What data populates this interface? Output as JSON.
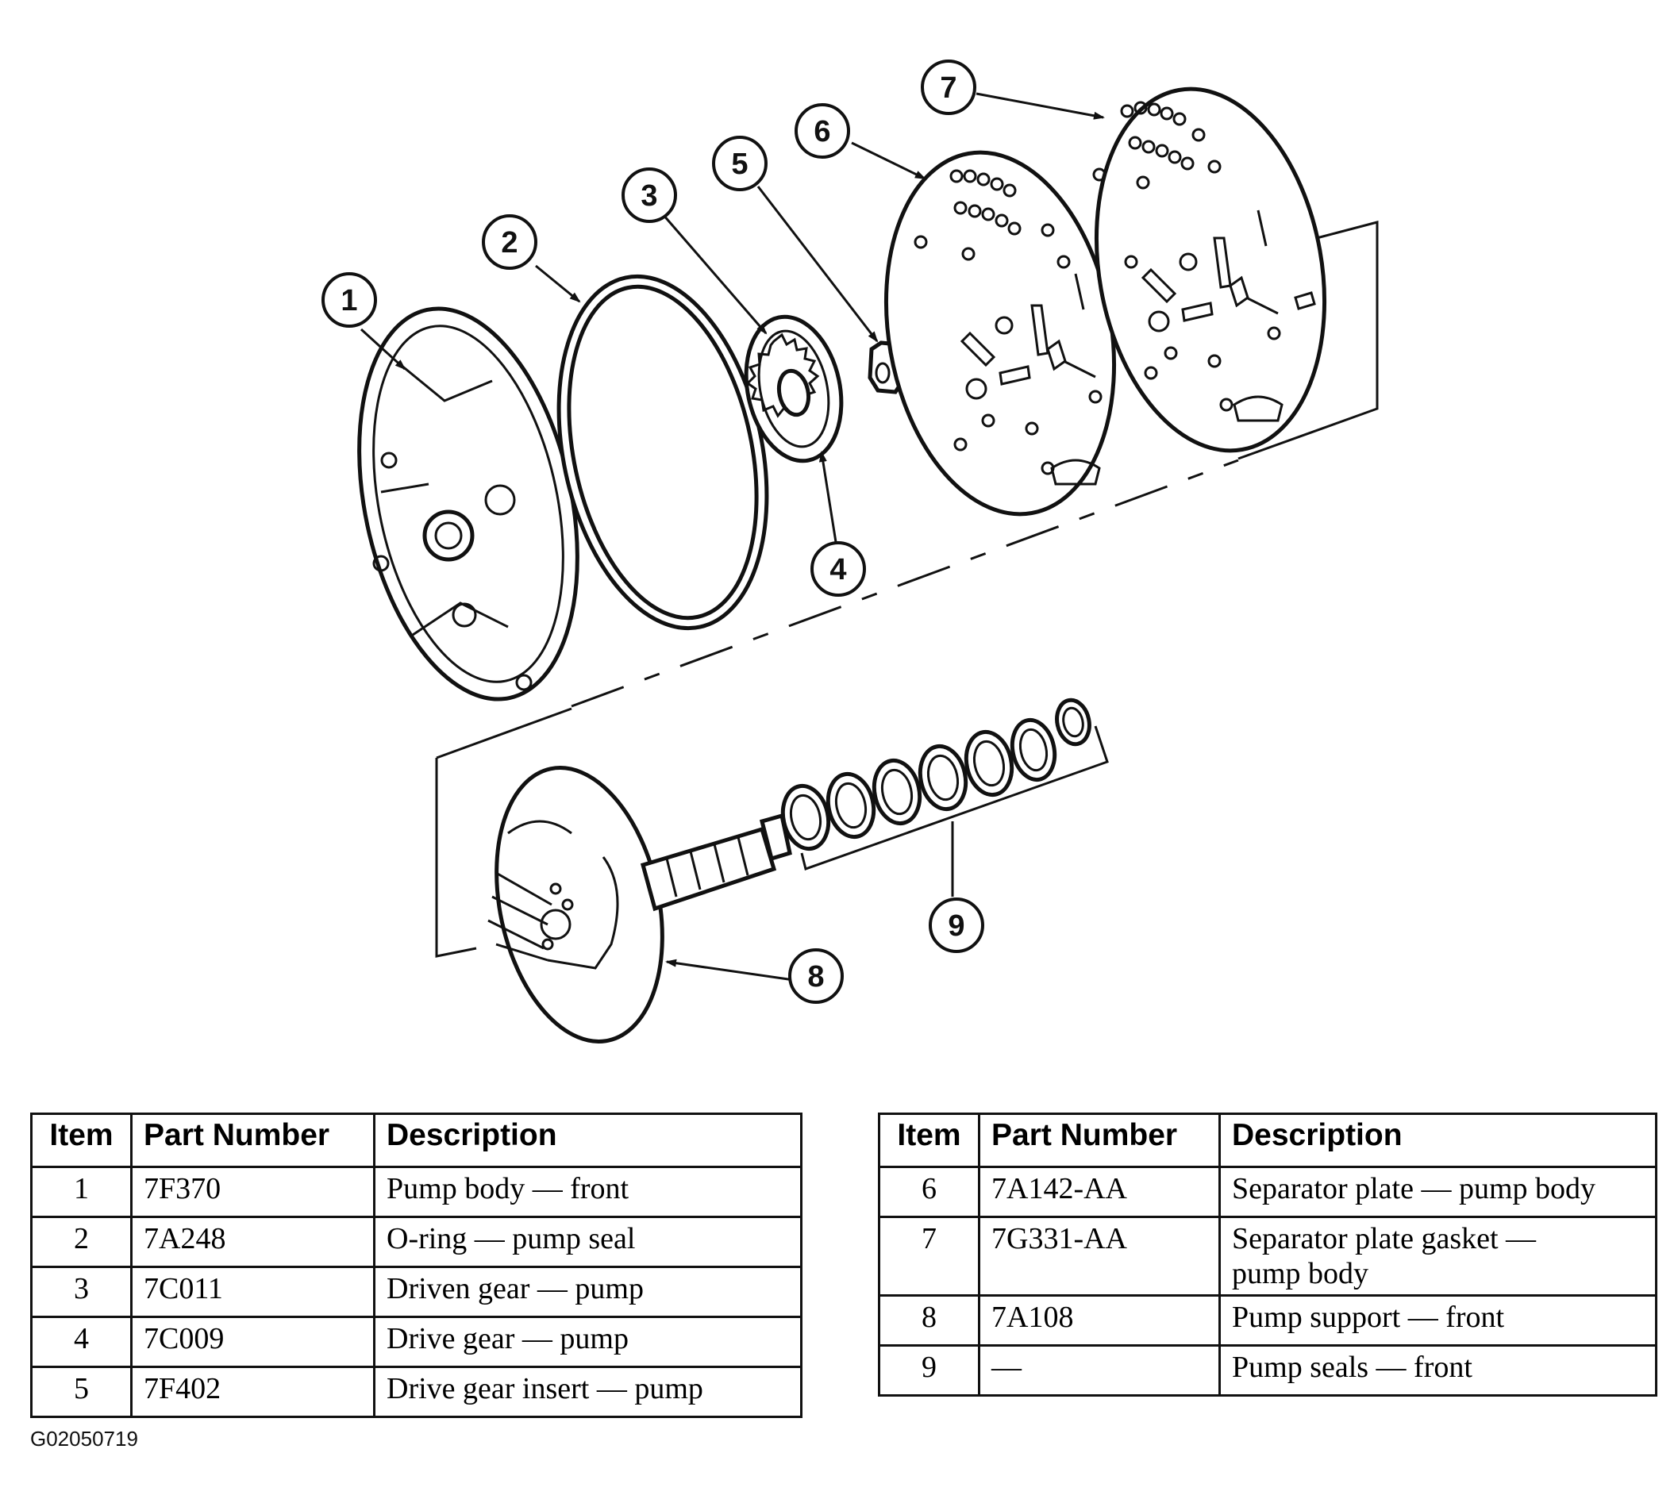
{
  "callouts": [
    "1",
    "2",
    "3",
    "4",
    "5",
    "6",
    "7",
    "8",
    "9"
  ],
  "table_left": {
    "headers": [
      "Item",
      "Part Number",
      "Description"
    ],
    "rows": [
      {
        "item": "1",
        "part_number": "7F370",
        "description": "Pump body — front"
      },
      {
        "item": "2",
        "part_number": "7A248",
        "description": "O-ring — pump seal"
      },
      {
        "item": "3",
        "part_number": "7C011",
        "description": "Driven gear — pump"
      },
      {
        "item": "4",
        "part_number": "7C009",
        "description": "Drive gear — pump"
      },
      {
        "item": "5",
        "part_number": "7F402",
        "description": "Drive gear insert — pump"
      }
    ]
  },
  "table_right": {
    "headers": [
      "Item",
      "Part Number",
      "Description"
    ],
    "rows": [
      {
        "item": "6",
        "part_number": "7A142-AA",
        "description": "Separator plate — pump body"
      },
      {
        "item": "7",
        "part_number": "7G331-AA",
        "description": "Separator plate gasket —",
        "description_line2": "pump body"
      },
      {
        "item": "8",
        "part_number": "7A108",
        "description": "Pump support — front"
      },
      {
        "item": "9",
        "part_number": "—",
        "description": "Pump seals — front"
      }
    ]
  },
  "figure_code": "G02050719"
}
